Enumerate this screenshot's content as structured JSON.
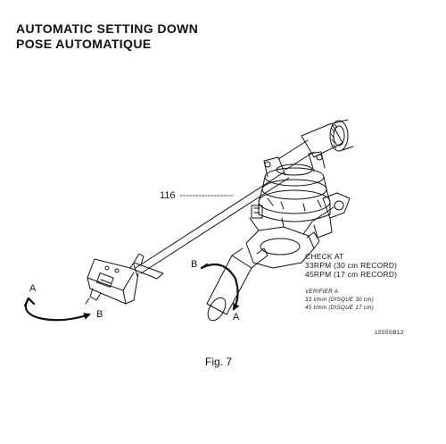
{
  "title": {
    "en": "AUTOMATIC SETTING DOWN",
    "fr": "POSE AUTOMATIQUE"
  },
  "labels": {
    "part_number": "116",
    "arrow_a": "A",
    "arrow_b": "B",
    "arrow_a2": "A",
    "arrow_b2": "B"
  },
  "check": {
    "line1": "CHECK AT",
    "line2": "33RPM (30 cm  RECORD)",
    "line3": "45RPM (17 cm  RECORD)"
  },
  "verify": {
    "line1": "VERIFIER A",
    "line2": "33 t/min (DISQUE 30 cm)",
    "line3": "45 t/min (DISQUE 17 cm)"
  },
  "drawing_code": "15555B12",
  "caption": "Fig. 7",
  "colors": {
    "ink": "#111111",
    "paper": "#ffffff"
  }
}
